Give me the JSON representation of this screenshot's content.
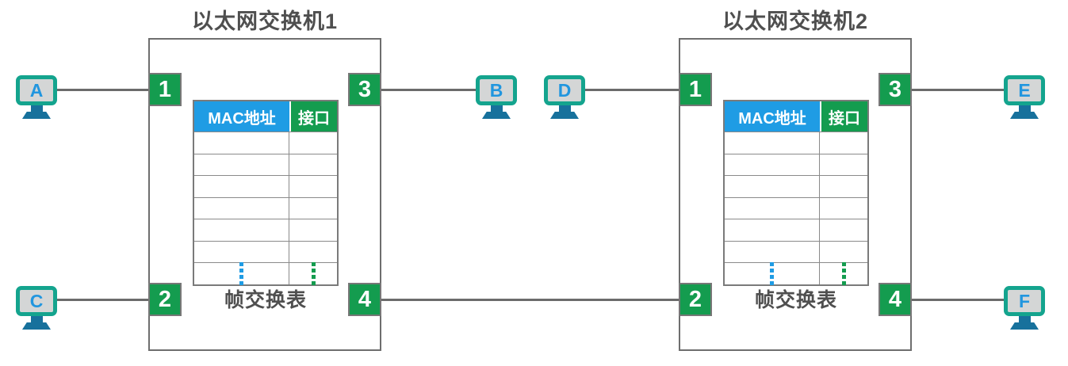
{
  "colors": {
    "port_green": "#149C4F",
    "header_blue": "#1F9CE4",
    "monitor_teal_border": "#14A48E",
    "monitor_screen_gray": "#D4D6D6",
    "stand_blue": "#17719C",
    "title_text_gray": "#4F4F4F",
    "cable_gray": "#6B6B6B",
    "white": "#FFFFFF"
  },
  "switches": [
    {
      "title": "以太网交换机1",
      "ports": [
        "1",
        "2",
        "3",
        "4"
      ],
      "table": {
        "col_mac": "MAC地址",
        "col_port": "接口",
        "empty_row_count": 6,
        "caption": "帧交换表"
      }
    },
    {
      "title": "以太网交换机2",
      "ports": [
        "1",
        "2",
        "3",
        "4"
      ],
      "table": {
        "col_mac": "MAC地址",
        "col_port": "接口",
        "empty_row_count": 6,
        "caption": "帧交换表"
      }
    }
  ],
  "hosts": [
    {
      "label": "A"
    },
    {
      "label": "B"
    },
    {
      "label": "C"
    },
    {
      "label": "D"
    },
    {
      "label": "E"
    },
    {
      "label": "F"
    }
  ],
  "connections": [
    {
      "from": "host-A",
      "to": "switch1-port1"
    },
    {
      "from": "switch1-port3",
      "to": "host-B"
    },
    {
      "from": "host-C",
      "to": "switch1-port2"
    },
    {
      "from": "host-D",
      "to": "switch2-port1"
    },
    {
      "from": "switch1-port4",
      "to": "switch2-port2"
    },
    {
      "from": "switch2-port3",
      "to": "host-E"
    },
    {
      "from": "switch2-port4",
      "to": "host-F"
    }
  ]
}
